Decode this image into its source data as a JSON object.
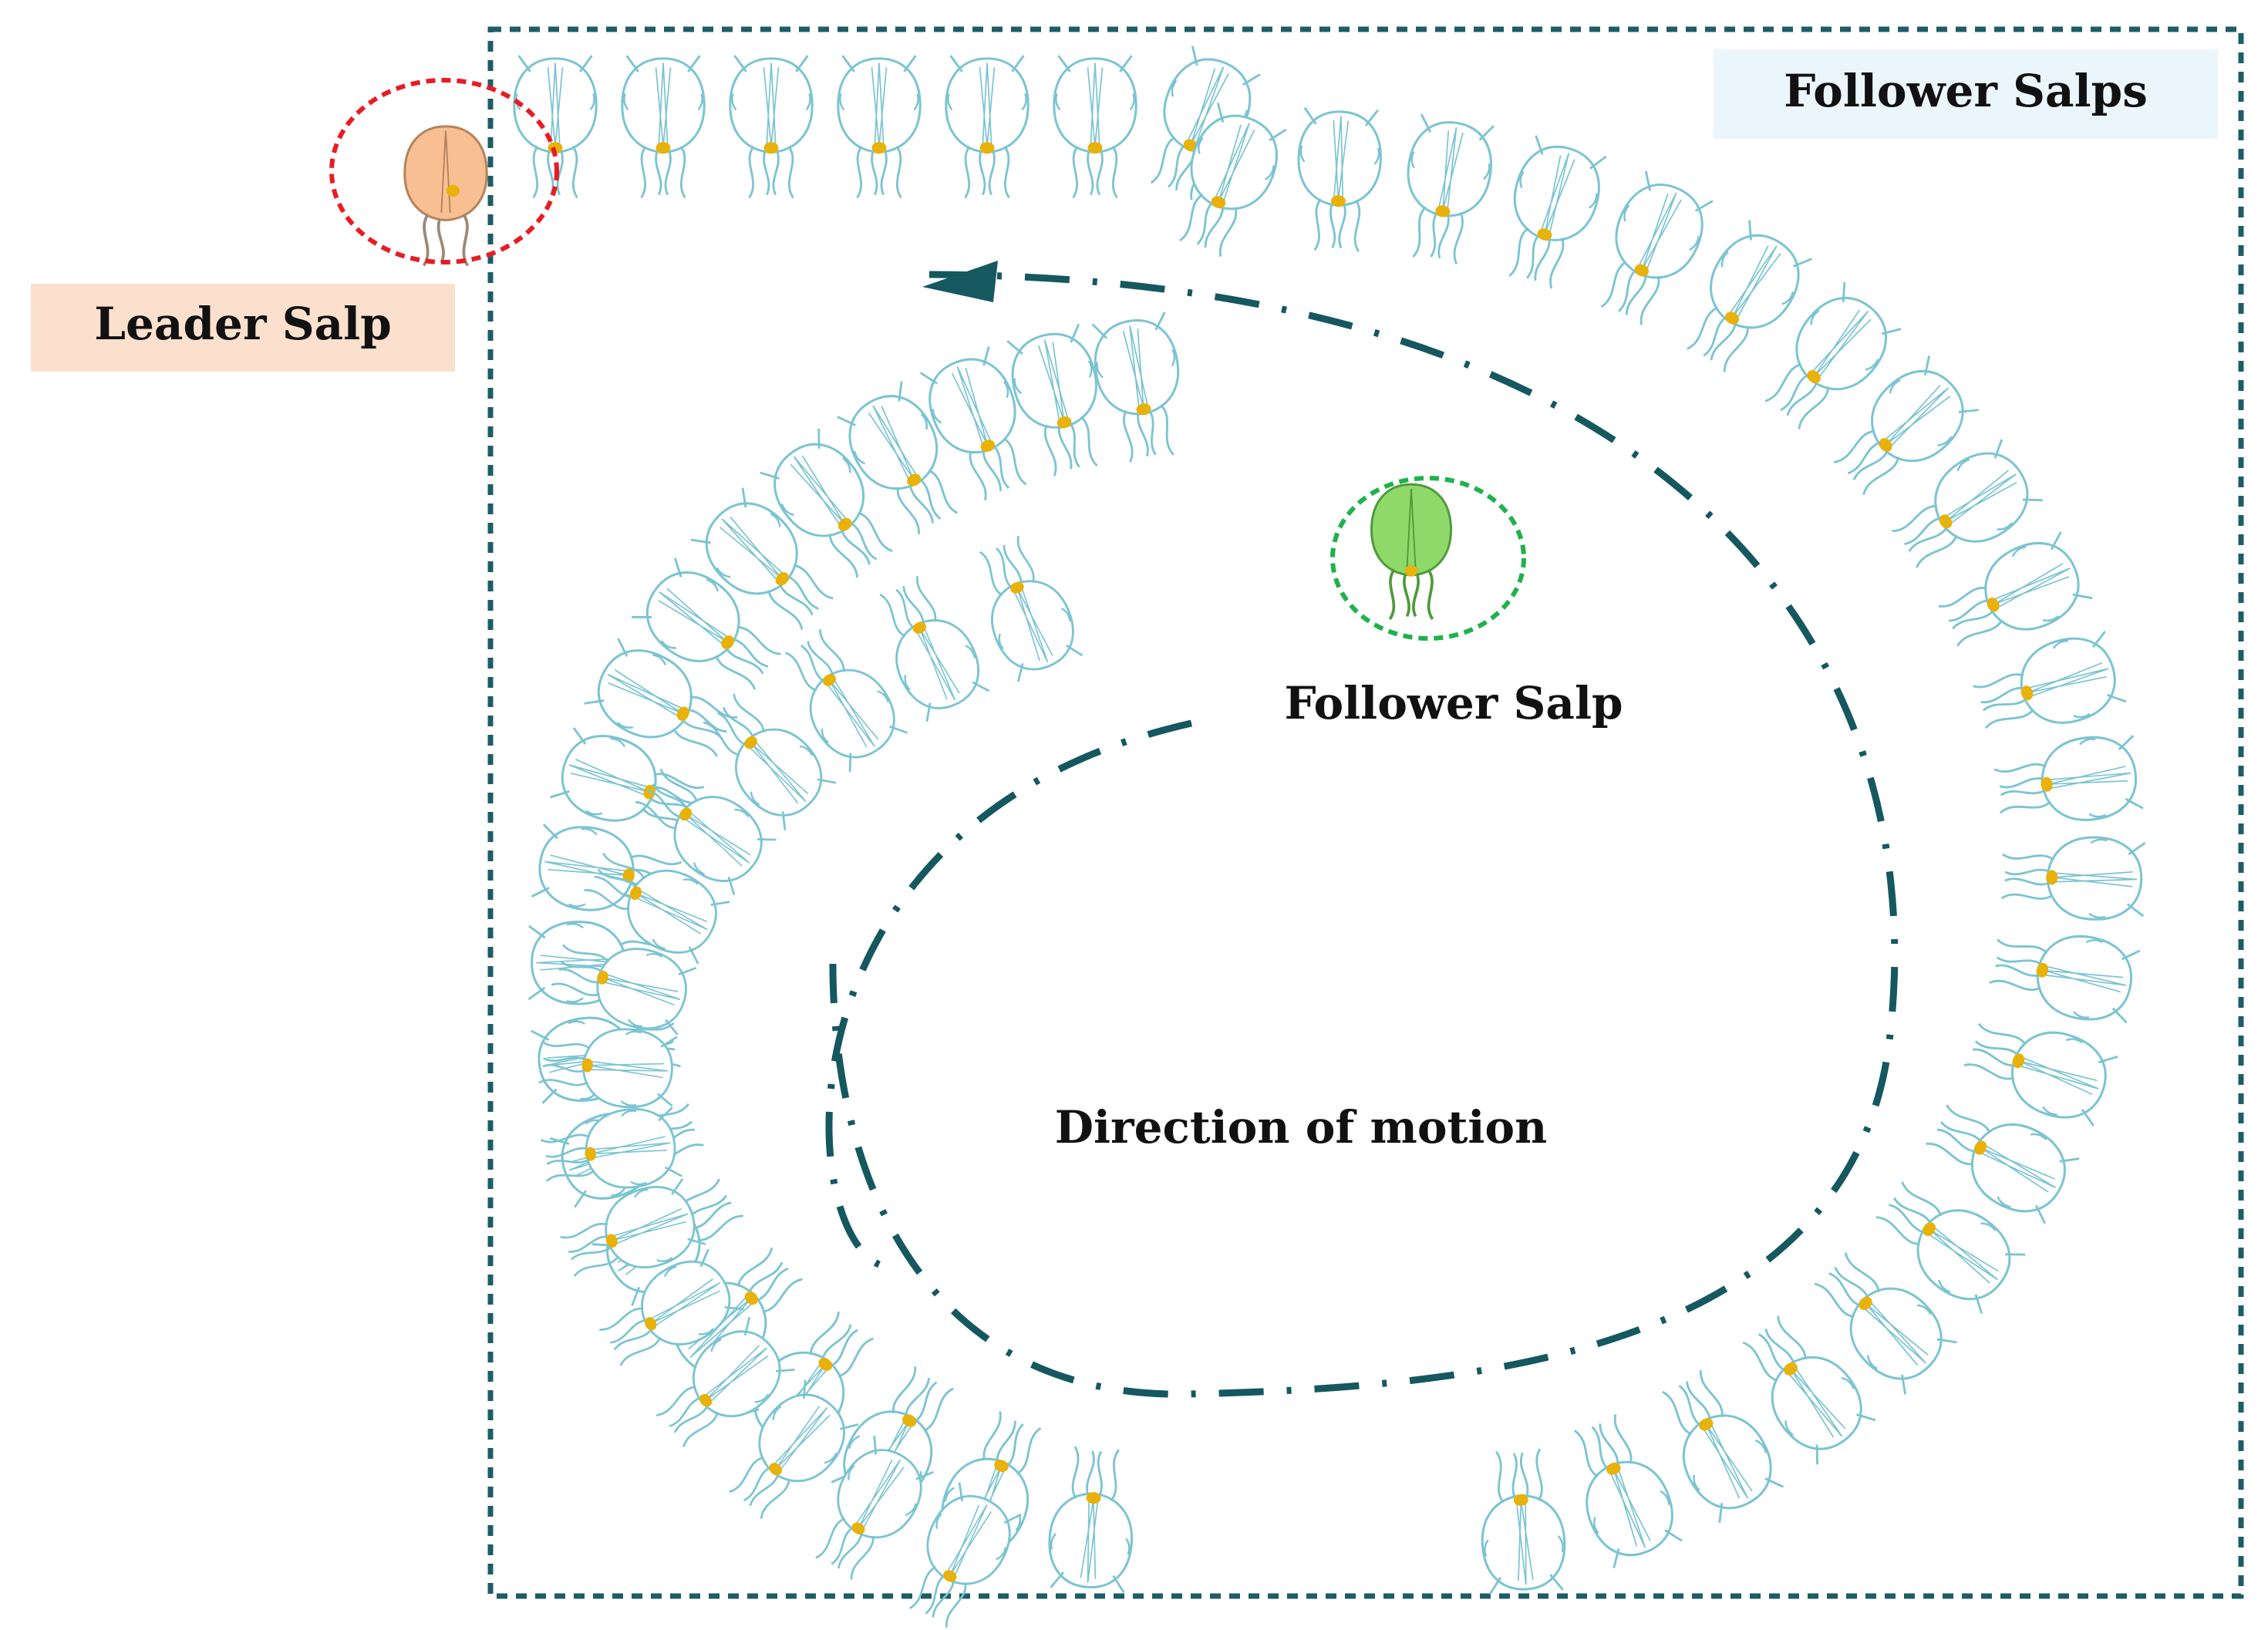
{
  "labels": {
    "leader": "Leader Salp",
    "followers": "Follower Salps",
    "follower": "Follower Salp",
    "direction": "Direction of motion"
  },
  "colors": {
    "frame": "#1e5c66",
    "salp_outline": "#7cc4d2",
    "salp_fill": "#ffffff",
    "salp_core": "#e8b20a",
    "leader_fill": "#f8bf92",
    "leader_outline": "#b4845e",
    "leader_ring": "#e81c24",
    "leader_label_bg": "#fbe0cd",
    "follower_fill": "#8fd86a",
    "follower_outline": "#4f9a3a",
    "follower_ring": "#1fb24c",
    "followers_label_bg": "#eaf6fc",
    "arrow": "#15585f"
  },
  "icons": {
    "salp": "salp-icon",
    "leader": "leader-salp-icon",
    "follower": "follower-salp-icon",
    "arrow": "arrow-head-icon"
  }
}
